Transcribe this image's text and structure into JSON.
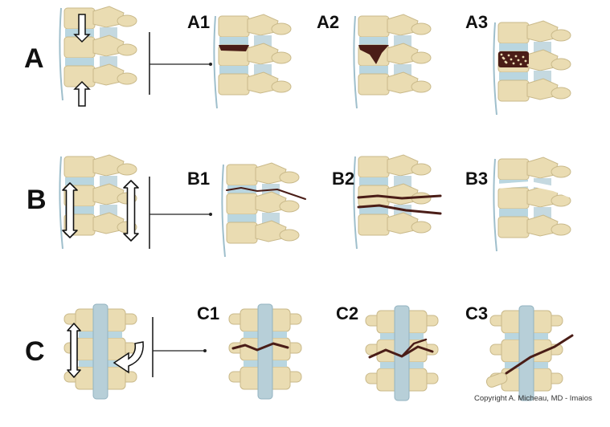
{
  "rows": {
    "a": {
      "label": "A",
      "subs": [
        "A1",
        "A2",
        "A3"
      ]
    },
    "b": {
      "label": "B",
      "subs": [
        "B1",
        "B2",
        "B3"
      ]
    },
    "c": {
      "label": "C",
      "subs": [
        "C1",
        "C2",
        "C3"
      ]
    }
  },
  "copyright": "Copyright A. Micheau, MD - Imaios",
  "colors": {
    "bone": "#eadcb2",
    "bone_dark": "#c9b98a",
    "disc": "#b9d6e0",
    "ligament": "#b7cfd8",
    "fracture": "#4a1d17",
    "arrow_outline": "#111111",
    "arrow_fill": "#ffffff",
    "background": "#ffffff"
  }
}
